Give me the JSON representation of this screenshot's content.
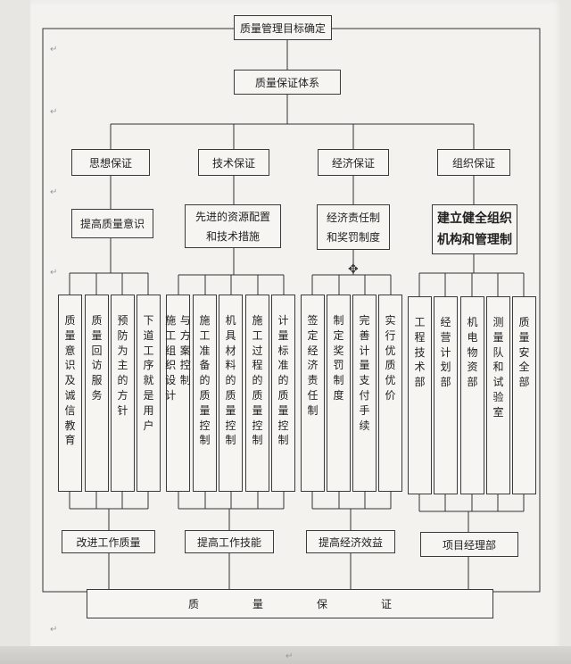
{
  "top": "质量管理目标确定",
  "system": "质量保证体系",
  "level2": [
    "思想保证",
    "技术保证",
    "经济保证",
    "组织保证"
  ],
  "level3": [
    "提高质量意识",
    "先进的资源配置\n和技术措施",
    "经济责任制\n和奖罚制度",
    "建立健全组织\n机构和管理制"
  ],
  "group1_items": [
    "质量意识及诚信教育",
    "质量回访服务",
    "预防为主的方针",
    "下道工序就是用户"
  ],
  "group2_items": [
    [
      "施工组织设计",
      "与方案控制"
    ],
    "施工准备的质量控制",
    "机具材料的质量控制",
    "施工过程的质量控制",
    "计量标准的质量控制"
  ],
  "group3_items": [
    "签定经济责任制",
    "制定奖罚制度",
    "完善计量支付手续",
    "实行优质优价"
  ],
  "group4_items": [
    "工程技术部",
    "经营计划部",
    "机电物资部",
    "测量队和试验室",
    "质量安全部"
  ],
  "bottom_labels": [
    "改进工作质量",
    "提高工作技能",
    "提高经济效益",
    "项目经理部"
  ],
  "final": "质量保证",
  "para_mark": "↵"
}
